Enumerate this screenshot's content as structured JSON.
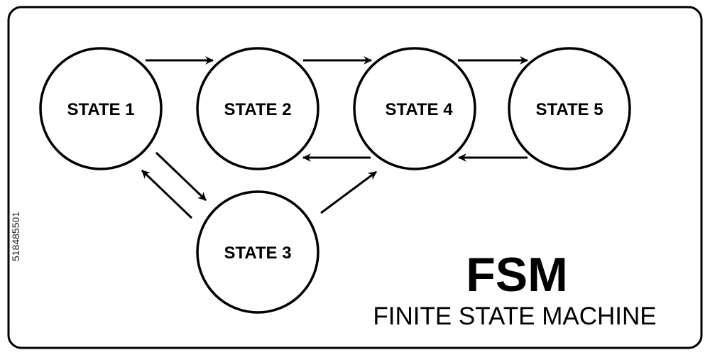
{
  "diagram": {
    "title": "FSM",
    "subtitle": "FINITE STATE MACHINE",
    "stock_id": "518485501",
    "states": [
      {
        "id": "s1",
        "label": "STATE 1"
      },
      {
        "id": "s2",
        "label": "STATE 2"
      },
      {
        "id": "s4",
        "label": "STATE 4"
      },
      {
        "id": "s5",
        "label": "STATE 5"
      },
      {
        "id": "s3",
        "label": "STATE 3"
      }
    ],
    "transitions": [
      {
        "from": "STATE 1",
        "to": "STATE 2"
      },
      {
        "from": "STATE 2",
        "to": "STATE 4"
      },
      {
        "from": "STATE 4",
        "to": "STATE 5"
      },
      {
        "from": "STATE 4",
        "to": "STATE 2"
      },
      {
        "from": "STATE 5",
        "to": "STATE 4"
      },
      {
        "from": "STATE 1",
        "to": "STATE 3"
      },
      {
        "from": "STATE 3",
        "to": "STATE 1"
      },
      {
        "from": "STATE 3",
        "to": "STATE 4"
      }
    ],
    "colors": {
      "stroke": "#000000",
      "background": "#ffffff"
    }
  }
}
